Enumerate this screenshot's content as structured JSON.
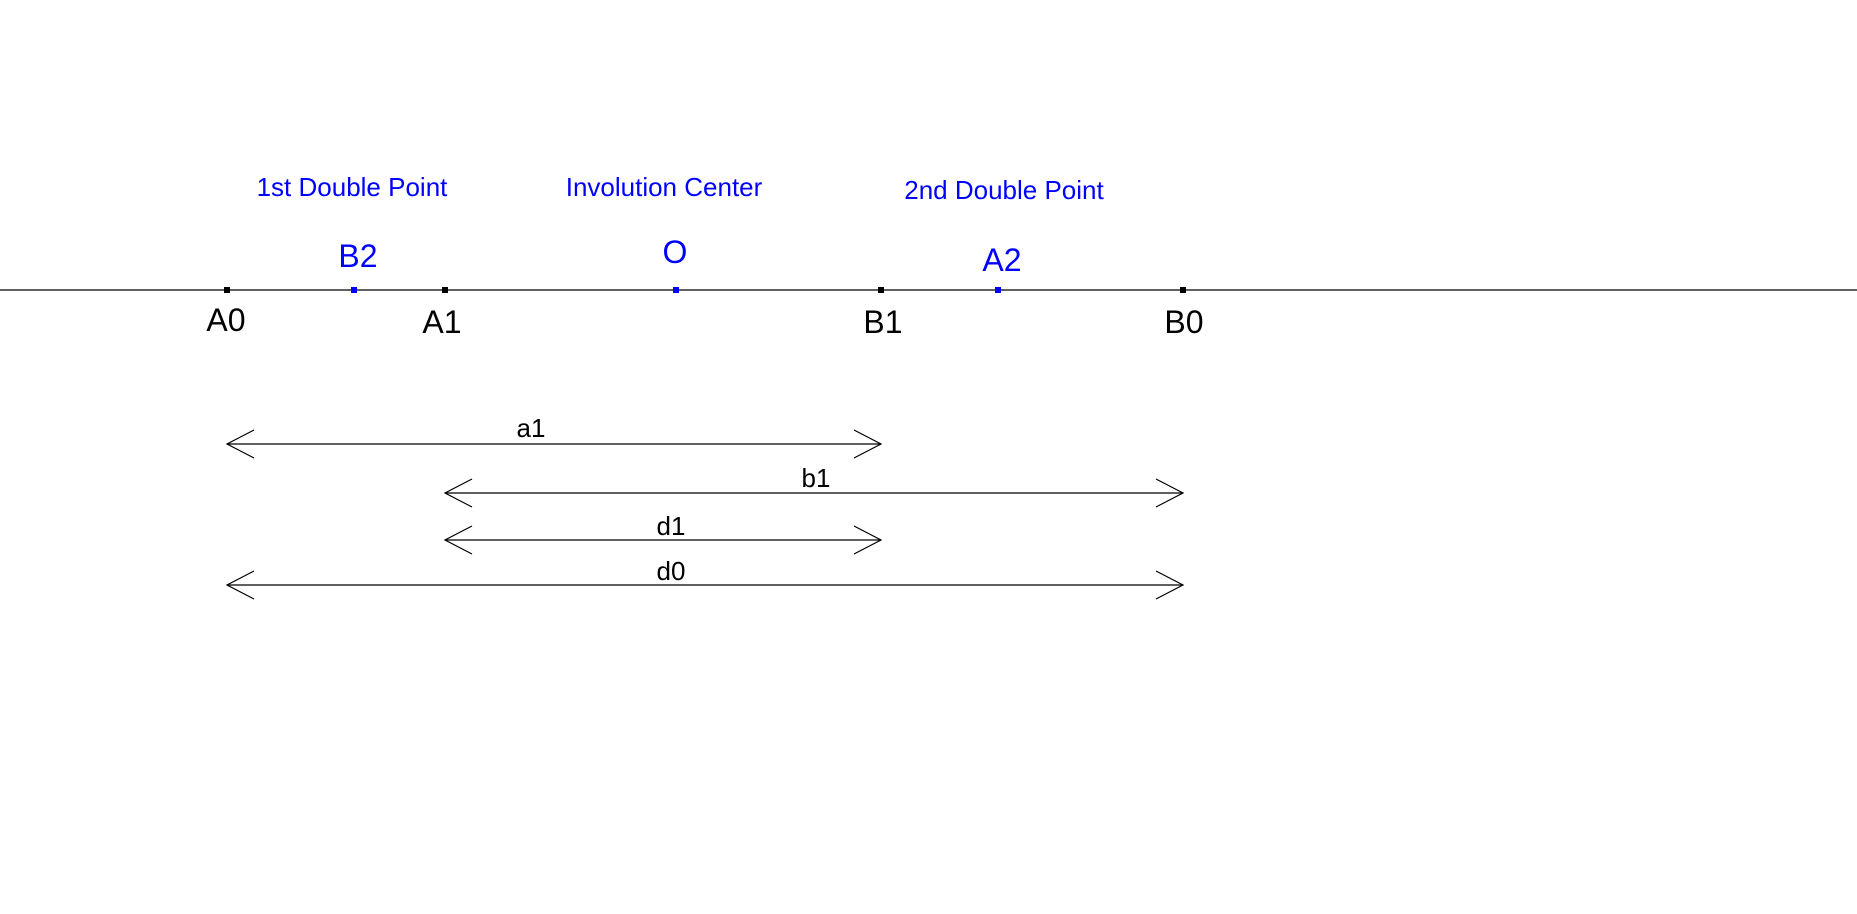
{
  "diagram": {
    "colors": {
      "primary": "#000000",
      "accent": "#0000ff",
      "background": "#ffffff"
    },
    "titles": {
      "first_double_point": "1st Double Point",
      "involution_center": "Involution Center",
      "second_double_point": "2nd Double Point"
    },
    "points": {
      "A0": "A0",
      "B2": "B2",
      "A1": "A1",
      "O": "O",
      "B1": "B1",
      "A2": "A2",
      "B0": "B0"
    },
    "segments": {
      "a1": {
        "label": "a1",
        "from": "A0",
        "to": "B1"
      },
      "b1": {
        "label": "b1",
        "from": "A1",
        "to": "B0"
      },
      "d1": {
        "label": "d1",
        "from": "A1",
        "to": "B1"
      },
      "d0": {
        "label": "d0",
        "from": "A0",
        "to": "B0"
      }
    }
  }
}
